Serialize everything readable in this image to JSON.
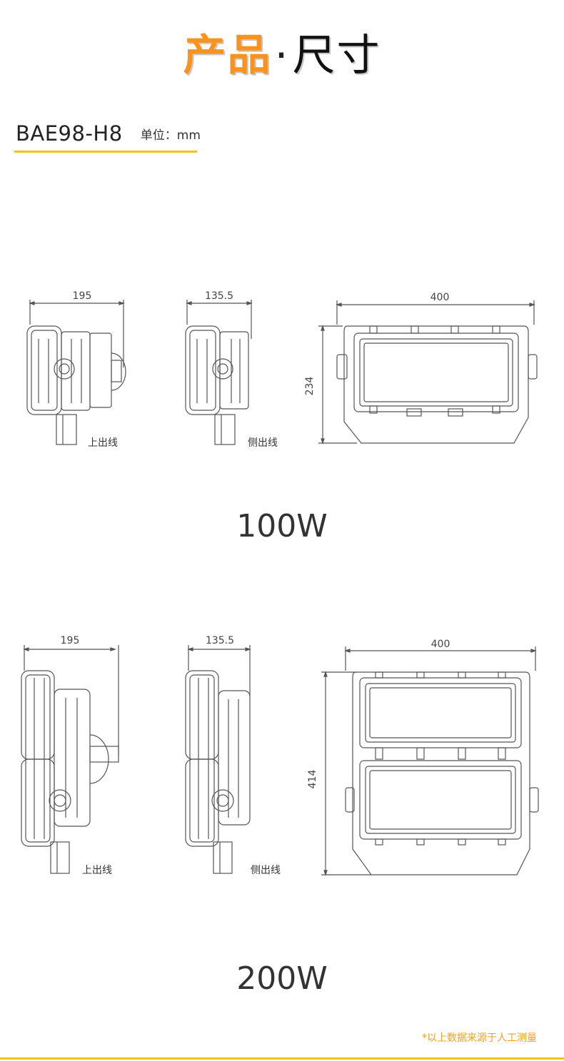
{
  "header": {
    "title_accent": "产品",
    "title_dot": "·",
    "title_rest": "尺寸"
  },
  "spec": {
    "model": "BAE98-H8",
    "unit": "单位：mm"
  },
  "variants": [
    {
      "power": "100W",
      "top_width": "195",
      "side_width": "135.5",
      "front_width": "400",
      "front_height": "234",
      "top_label": "上出线",
      "side_label": "侧出线"
    },
    {
      "power": "200W",
      "top_width": "195",
      "side_width": "135.5",
      "front_width": "400",
      "front_height": "414",
      "top_label": "上出线",
      "side_label": "侧出线"
    }
  ],
  "footer": {
    "note": "*以上数据来源于人工测量"
  },
  "colors": {
    "accent_orange": "#f7931e",
    "underline_yellow": "#f5c218",
    "note_orange": "#f0a020"
  }
}
